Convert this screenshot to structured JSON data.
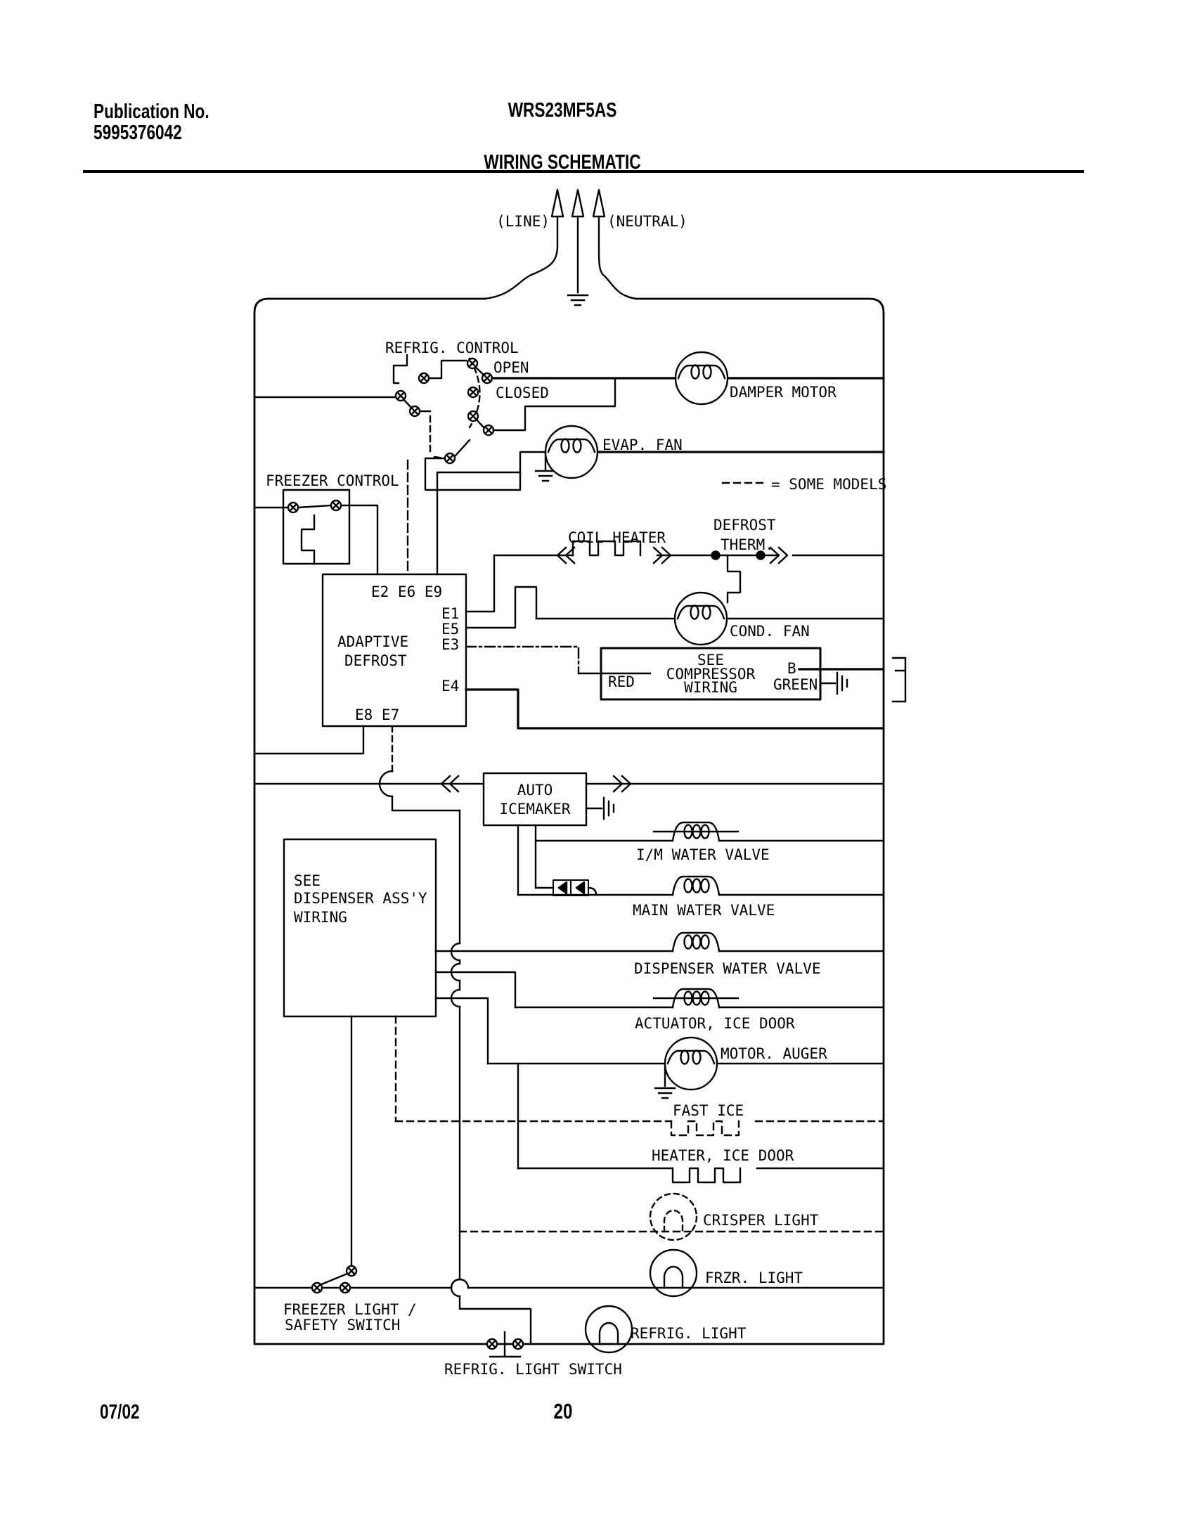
{
  "page": {
    "publication_label": "Publication No.",
    "publication_number": "5995376042",
    "model": "WRS23MF5AS",
    "title": "WIRING SCHEMATIC",
    "footer_date": "07/02",
    "footer_page": "20"
  },
  "colors": {
    "ink": "#000000",
    "paper": "#ffffff"
  },
  "schematic": {
    "power": {
      "line": "(LINE)",
      "neutral": "(NEUTRAL)"
    },
    "legend": {
      "dash_meaning": "= SOME MODELS"
    },
    "labels": {
      "refrig_control": "REFRIG. CONTROL",
      "open": "OPEN",
      "closed": "CLOSED",
      "damper_motor": "DAMPER MOTOR",
      "evap_fan": "EVAP. FAN",
      "freezer_control": "FREEZER CONTROL",
      "coil_heater": "COIL HEATER",
      "defrost_therm_1": "DEFROST",
      "defrost_therm_2": "THERM.",
      "adaptive_defrost_1": "ADAPTIVE",
      "adaptive_defrost_2": "DEFROST",
      "cond_fan": "COND. FAN",
      "compressor_1": "SEE",
      "compressor_2": "COMPRESSOR",
      "compressor_3": "WIRING",
      "red": "RED",
      "b": "B",
      "green": "GREEN",
      "auto_icemaker_1": "AUTO",
      "auto_icemaker_2": "ICEMAKER",
      "dispenser_1": "SEE",
      "dispenser_2": "DISPENSER ASS'Y",
      "dispenser_3": "WIRING",
      "im_water_valve": "I/M WATER VALVE",
      "main_water_valve": "MAIN WATER VALVE",
      "dispenser_water_valve": "DISPENSER WATER VALVE",
      "actuator_ice_door": "ACTUATOR, ICE DOOR",
      "motor_auger": "MOTOR. AUGER",
      "fast_ice": "FAST ICE",
      "heater_ice_door": "HEATER, ICE DOOR",
      "crisper_light": "CRISPER LIGHT",
      "frzr_light": "FRZR. LIGHT",
      "refrig_light": "REFRIG. LIGHT",
      "freezer_light_switch_1": "FREEZER LIGHT /",
      "freezer_light_switch_2": "SAFETY SWITCH",
      "refrig_light_switch": "REFRIG. LIGHT SWITCH"
    },
    "terminals": {
      "top": "E2 E6 E9",
      "e1": "E1",
      "e5": "E5",
      "e3": "E3",
      "e4": "E4",
      "bottom": "E8 E7"
    }
  }
}
